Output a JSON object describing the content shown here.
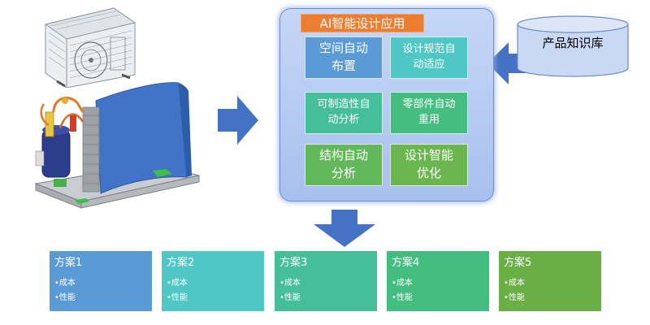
{
  "ai_panel": {
    "title": "AI智能设计应用",
    "tiles": [
      {
        "label": "空间自动\n布置"
      },
      {
        "label": "设计规范自\n动适应"
      },
      {
        "label": "可制造性自\n动分析"
      },
      {
        "label": "零部件自动\n重用"
      },
      {
        "label": "结构自动\n分析"
      },
      {
        "label": "设计智能\n优化"
      }
    ]
  },
  "knowledge_base": {
    "label": "产品知识库"
  },
  "schemes": [
    {
      "title": "方案1",
      "bullets": [
        "•成本",
        "•性能"
      ]
    },
    {
      "title": "方案2",
      "bullets": [
        "•成本",
        "•性能"
      ]
    },
    {
      "title": "方案3",
      "bullets": [
        "•成本",
        "•性能"
      ]
    },
    {
      "title": "方案4",
      "bullets": [
        "•成本",
        "•性能"
      ]
    },
    {
      "title": "方案5",
      "bullets": [
        "•成本",
        "•性能"
      ]
    }
  ],
  "colors": {
    "arrow": "#4472c4",
    "title_bg": "#ed7d31",
    "blue": "#5b9bd5",
    "teal": "#4fc7c4",
    "green": "#45bf9a",
    "lime": "#6aaf45"
  },
  "images": {
    "top": "air-conditioner-outdoor-unit-wireframe",
    "bottom": "air-conditioner-internal-components"
  }
}
